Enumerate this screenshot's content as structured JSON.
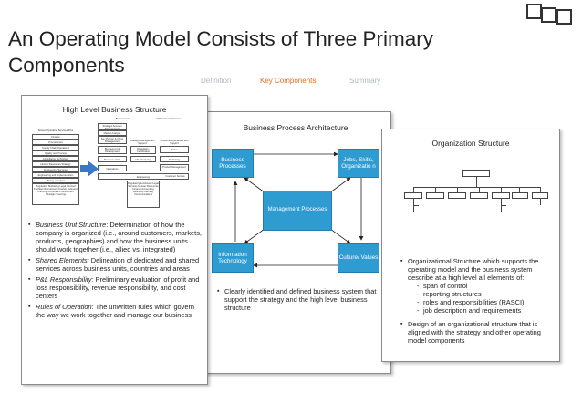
{
  "title": "An Operating Model Consists of Three Primary Components",
  "nav": {
    "definition": "Definition",
    "key_components": "Key Components",
    "summary": "Summary"
  },
  "card1": {
    "title": "High Level Business Structure",
    "mini_chart": {
      "left_title": "Shared Operating Services Pool",
      "left_items": [
        "Finance",
        "Procurement",
        "Supply Chain Operations",
        "Quality and Process",
        "Compliance Technology",
        "Human Resources Strategy",
        "Engineering Services",
        "Engineering and Implementation",
        "Pricing / Analysis",
        "Regulatory Marketing Legal Counsel Facilities Recruitment Finance Business Planning Corporate Procurement Strategic Sourcing"
      ],
      "top_label": "Business Unit",
      "top_right_label": "Differentiated Services",
      "col_a": [
        "Strategic Account Management",
        "Market Analysis",
        "Key Partner & Client Management",
        "Business Unit Development",
        "Business Units",
        "Operations"
      ],
      "col_b_title": "Strategic Management Support",
      "col_b": [
        "Regulatory Certification",
        "Manufacturing",
        "Engineering"
      ],
      "col_c_title": "Customer Operations and Support",
      "col_c": [
        "Sales",
        "Marketing",
        "Product Management",
        "Customer Service"
      ],
      "bottom_items": "Regulatory & Advisory Legal Services Human Resources Finance Accounting Business Planning Communications"
    },
    "bullets": [
      {
        "term": "Business Unit Structure",
        "text": ":  Determination of how the company is organized (i.e., around customers, markets, products, geographies) and how the business units should work together (i.e., allied vs. integrated)"
      },
      {
        "term": "Shared Elements:",
        "text": " Delineation of dedicated and shared services across business units, countries and areas"
      },
      {
        "term": "P&L Responsibility:",
        "text": "  Preliminary evaluation of profit and loss responsibility, revenue responsibility, and cost centers"
      },
      {
        "term": "Rules of Operation",
        "text": ": The unwritten rules which govern the way we work together and manage our business"
      }
    ]
  },
  "card2": {
    "title": "Business Process Architecture",
    "boxes": {
      "business_processes": "Business Processes",
      "jobs": "Jobs, Skills, Organizatio n",
      "management": "Management Processes",
      "it": "Information Technology",
      "culture": "Culture/ Values"
    },
    "bullet": "Clearly identified and defined business system that support the strategy and the high level business structure"
  },
  "card3": {
    "title": "Organization Structure",
    "bullet1": "Organizational Structure which supports the operating model and the business system describe at a high level all elements of:",
    "sub_items": [
      "span of control",
      "reporting structures",
      "roles and responsibilities (RASCI)",
      "job description and requirements"
    ],
    "bullet2": "Design of an organizational structure that is aligned with the strategy and other operating model components"
  },
  "colors": {
    "accent": "#e07020",
    "nav_muted": "#b0b8c4",
    "process_blue": "#2e9bd1",
    "arrow_blue": "#3b79c3"
  }
}
